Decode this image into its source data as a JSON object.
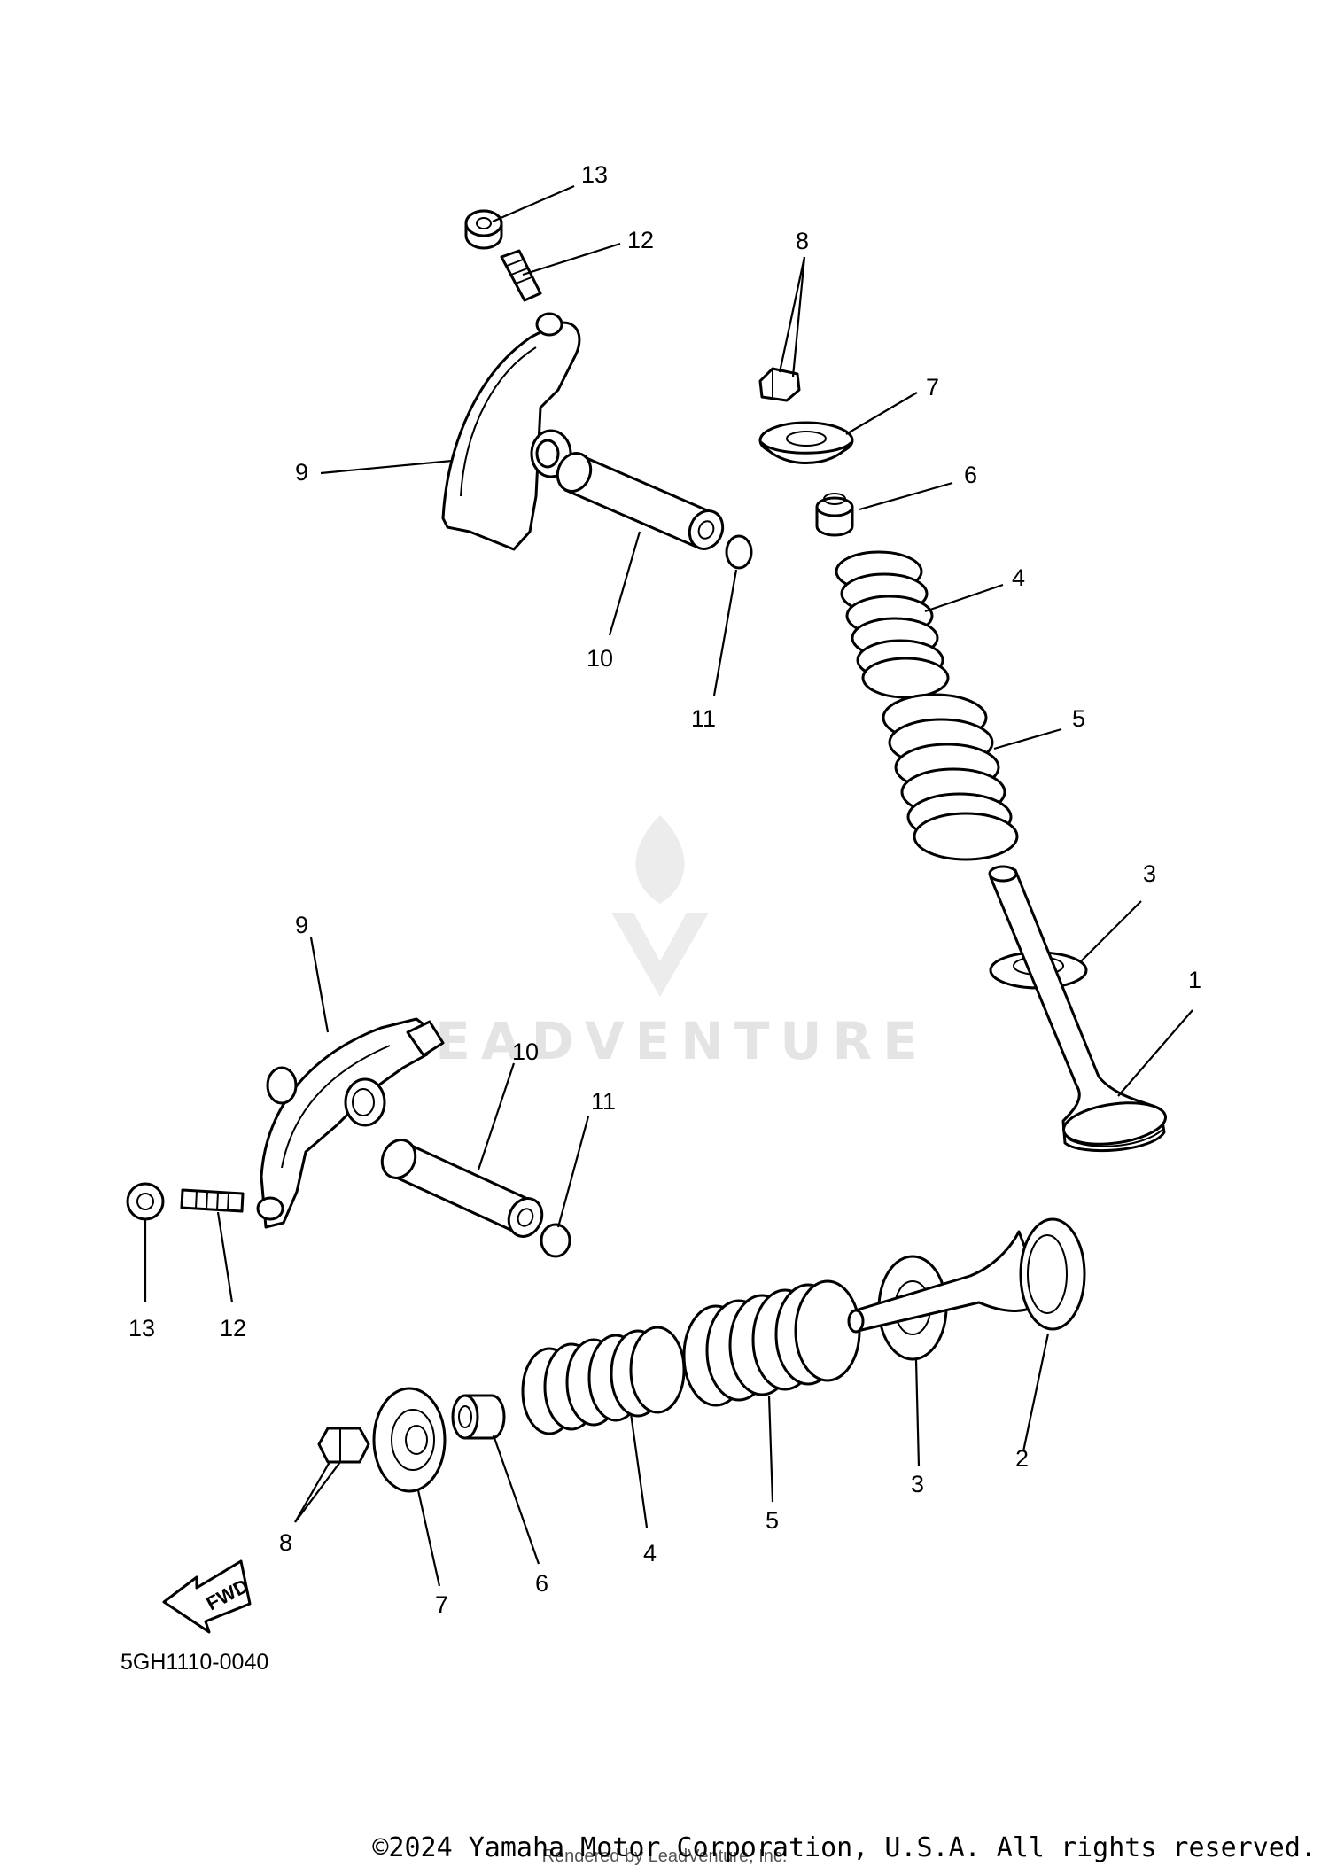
{
  "labels": {
    "top": {
      "l13": "13",
      "l12": "12",
      "l8": "8",
      "l7": "7",
      "l9": "9",
      "l6": "6",
      "l4": "4",
      "l10": "10",
      "l11": "11",
      "l5": "5",
      "l3": "3",
      "l1": "1"
    },
    "bottom": {
      "l9": "9",
      "l10": "10",
      "l11": "11",
      "l13": "13",
      "l12": "12",
      "l2": "2",
      "l3": "3",
      "l5": "5",
      "l4": "4",
      "l6": "6",
      "l7": "7",
      "l8": "8"
    }
  },
  "fwd_arrow": "FWD",
  "diagram_code": "5GH1110-0040",
  "watermark": "LEADVENTURE",
  "rendered_by": "Rendered by LeadVenture, Inc.",
  "copyright": "©2024 Yamaha Motor Corporation, U.S.A. All rights reserved."
}
